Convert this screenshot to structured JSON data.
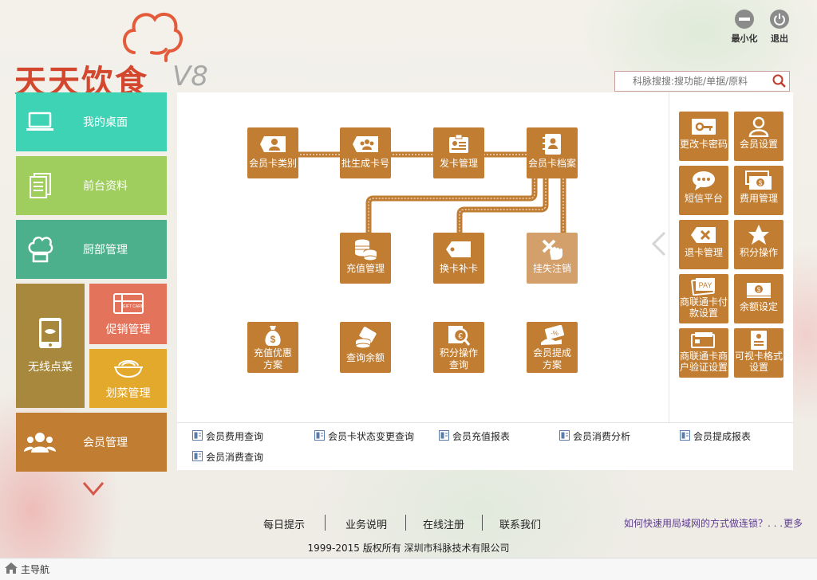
{
  "app": {
    "logo": "天天饮食",
    "version": "V8"
  },
  "window": {
    "minimize": "最小化",
    "exit": "退出"
  },
  "search": {
    "placeholder": "科脉搜搜:搜功能/单据/原料"
  },
  "nav": {
    "desktop": "我的桌面",
    "front": "前台资料",
    "kitchen": "厨部管理",
    "wireless": "无线点菜",
    "promotion": "促销管理",
    "dish": "划菜管理",
    "member": "会员管理",
    "gift_card_text": "GIFT CARD"
  },
  "flow": {
    "card_type": "会员卡类别",
    "batch_card": "批生成卡号",
    "issue_card": "发卡管理",
    "card_archive": "会员卡档案",
    "recharge": "充值管理",
    "replace_card": "换卡补卡",
    "report_loss": "挂失注销",
    "recharge_promo_1": "充值优惠",
    "recharge_promo_2": "方案",
    "balance_query": "查询余额",
    "points_query_1": "积分操作",
    "points_query_2": "查询",
    "commission_1": "会员提成",
    "commission_2": "方案"
  },
  "right": {
    "change_pwd": "更改卡密码",
    "member_settings": "会员设置",
    "sms": "短信平台",
    "fee_mgmt": "费用管理",
    "return_card": "退卡管理",
    "points_op": "积分操作",
    "unionpay_1": "商联通卡付",
    "unionpay_2": "款设置",
    "balance_set": "余额设定",
    "merchant_1": "商联通卡商",
    "merchant_2": "户验证设置",
    "visual_1": "可视卡格式",
    "visual_2": "设置"
  },
  "reports": [
    "会员费用查询",
    "会员卡状态变更查询",
    "会员充值报表",
    "会员消费分析",
    "会员提成报表",
    "会员消费查询"
  ],
  "footer": {
    "daily_tip": "每日提示",
    "business": "业务说明",
    "register": "在线注册",
    "contact": "联系我们",
    "question": "如何快速用局域网的方式做连锁？. . .",
    "more": "更多",
    "copyright": "1999-2015  版权所有  深圳市科脉技术有限公司"
  },
  "status": {
    "main_nav": "主导航"
  },
  "colors": {
    "brown": "#c17e33",
    "desktop": "#3fd3b6",
    "front": "#9fcd5e",
    "kitchen": "#4db08c",
    "wireless": "#a8883c",
    "promotion": "#e3735a",
    "dish": "#e3a92d",
    "member": "#c17e33"
  }
}
